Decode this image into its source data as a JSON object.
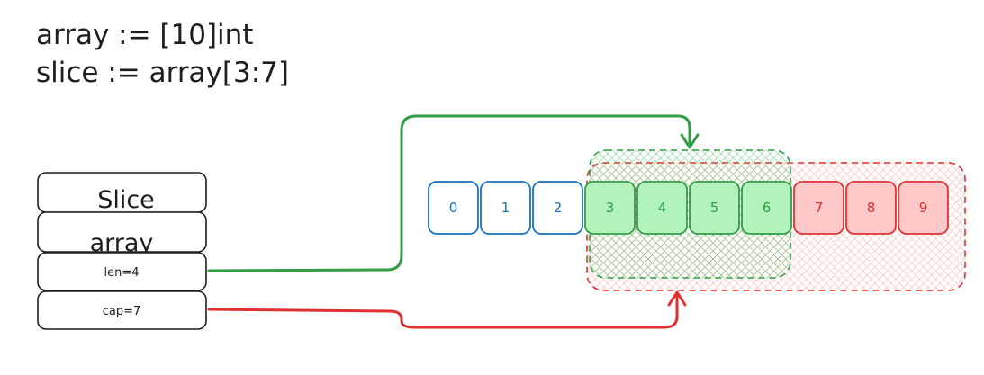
{
  "code": {
    "line1": "array := [10]int",
    "line2": "slice := array[3:7]"
  },
  "slice_struct": {
    "fields": [
      "Slice",
      "array",
      "len=4",
      "cap=7"
    ]
  },
  "array_cells": [
    {
      "label": "0",
      "group": "blue"
    },
    {
      "label": "1",
      "group": "blue"
    },
    {
      "label": "2",
      "group": "blue"
    },
    {
      "label": "3",
      "group": "green"
    },
    {
      "label": "4",
      "group": "green"
    },
    {
      "label": "5",
      "group": "green"
    },
    {
      "label": "6",
      "group": "green"
    },
    {
      "label": "7",
      "group": "red"
    },
    {
      "label": "8",
      "group": "red"
    },
    {
      "label": "9",
      "group": "red"
    }
  ],
  "colors": {
    "blue": "#1971c2",
    "green": "#2f9e44",
    "green_fill": "#b2f2bb",
    "red": "#e03131",
    "red_fill": "#ffc9c9",
    "ink": "#1e1e1e"
  }
}
